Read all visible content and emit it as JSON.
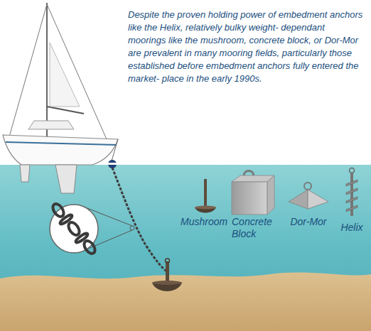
{
  "diagram": {
    "labels": [
      "Despite the proven holding power of embedment anchors like the Helix, relatively bulky weight- dependant moorings like the mushroom, concrete block, or Dor-Mor are prevalent in many mooring fields, particularly those established before embedment anchors fully entered the market- place in the early 1990s.",
      "Mushroom",
      "Concrete Block",
      "Dor-Mor",
      "Helix"
    ]
  }
}
